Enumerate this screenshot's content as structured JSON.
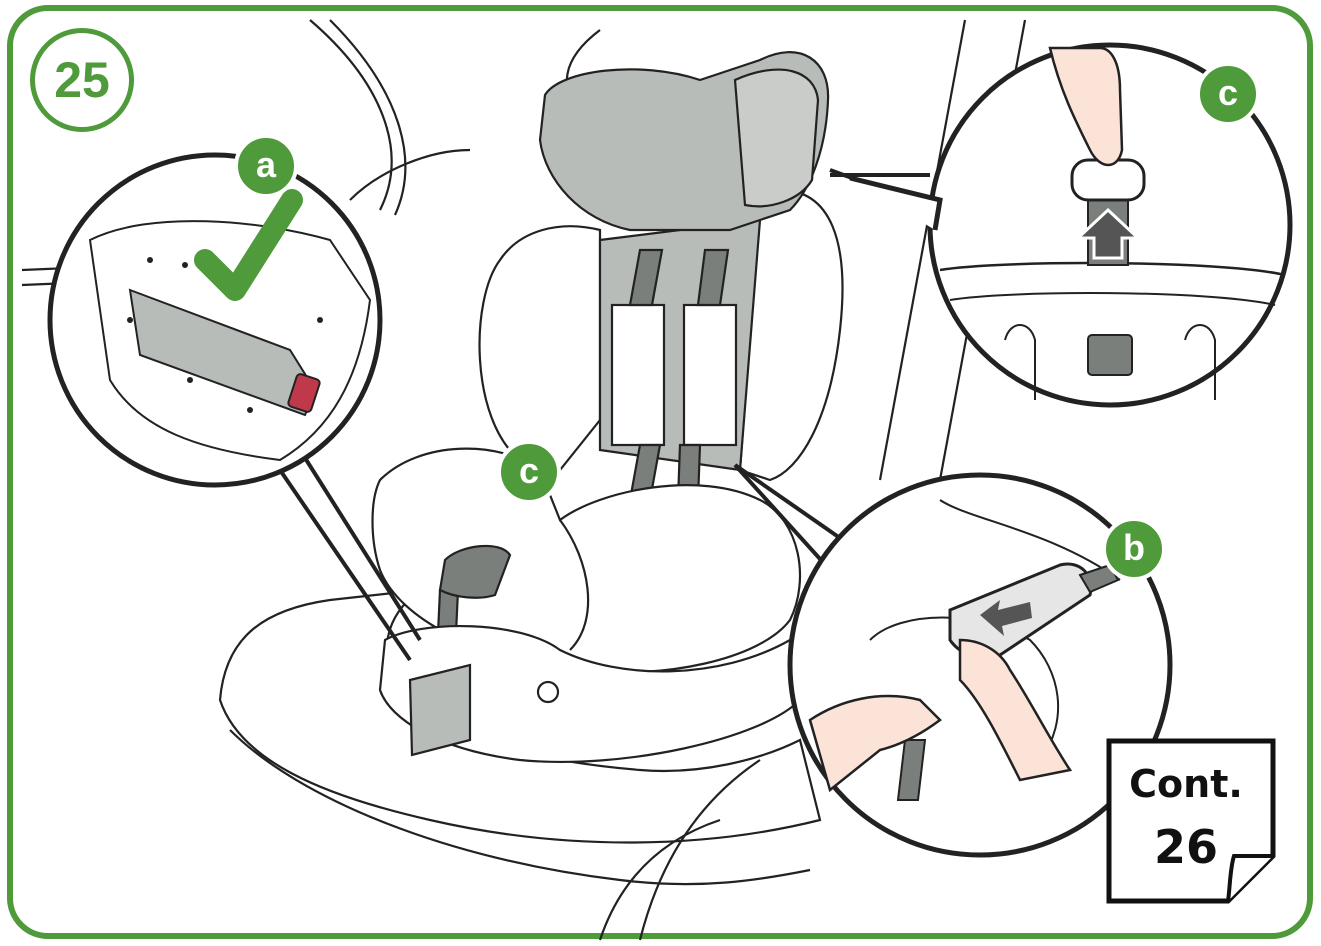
{
  "step": {
    "number": "25"
  },
  "callouts": {
    "a": "a",
    "b": "b",
    "c_top": "c",
    "c_seat": "c"
  },
  "continue_note": {
    "label": "Cont.",
    "target_step": "26"
  },
  "colors": {
    "frame": "#4f9a3a",
    "badge": "#4f9a3a",
    "check": "#4f9a3a",
    "fabric": "#b8bcb8",
    "strap": "#7b7f7b",
    "indicator": "#c0394b",
    "skin": "#fbe3d8"
  },
  "icons": {
    "check": "checkmark-icon",
    "arrow_up": "arrow-up-icon",
    "arrow_pull": "arrow-pull-icon"
  }
}
